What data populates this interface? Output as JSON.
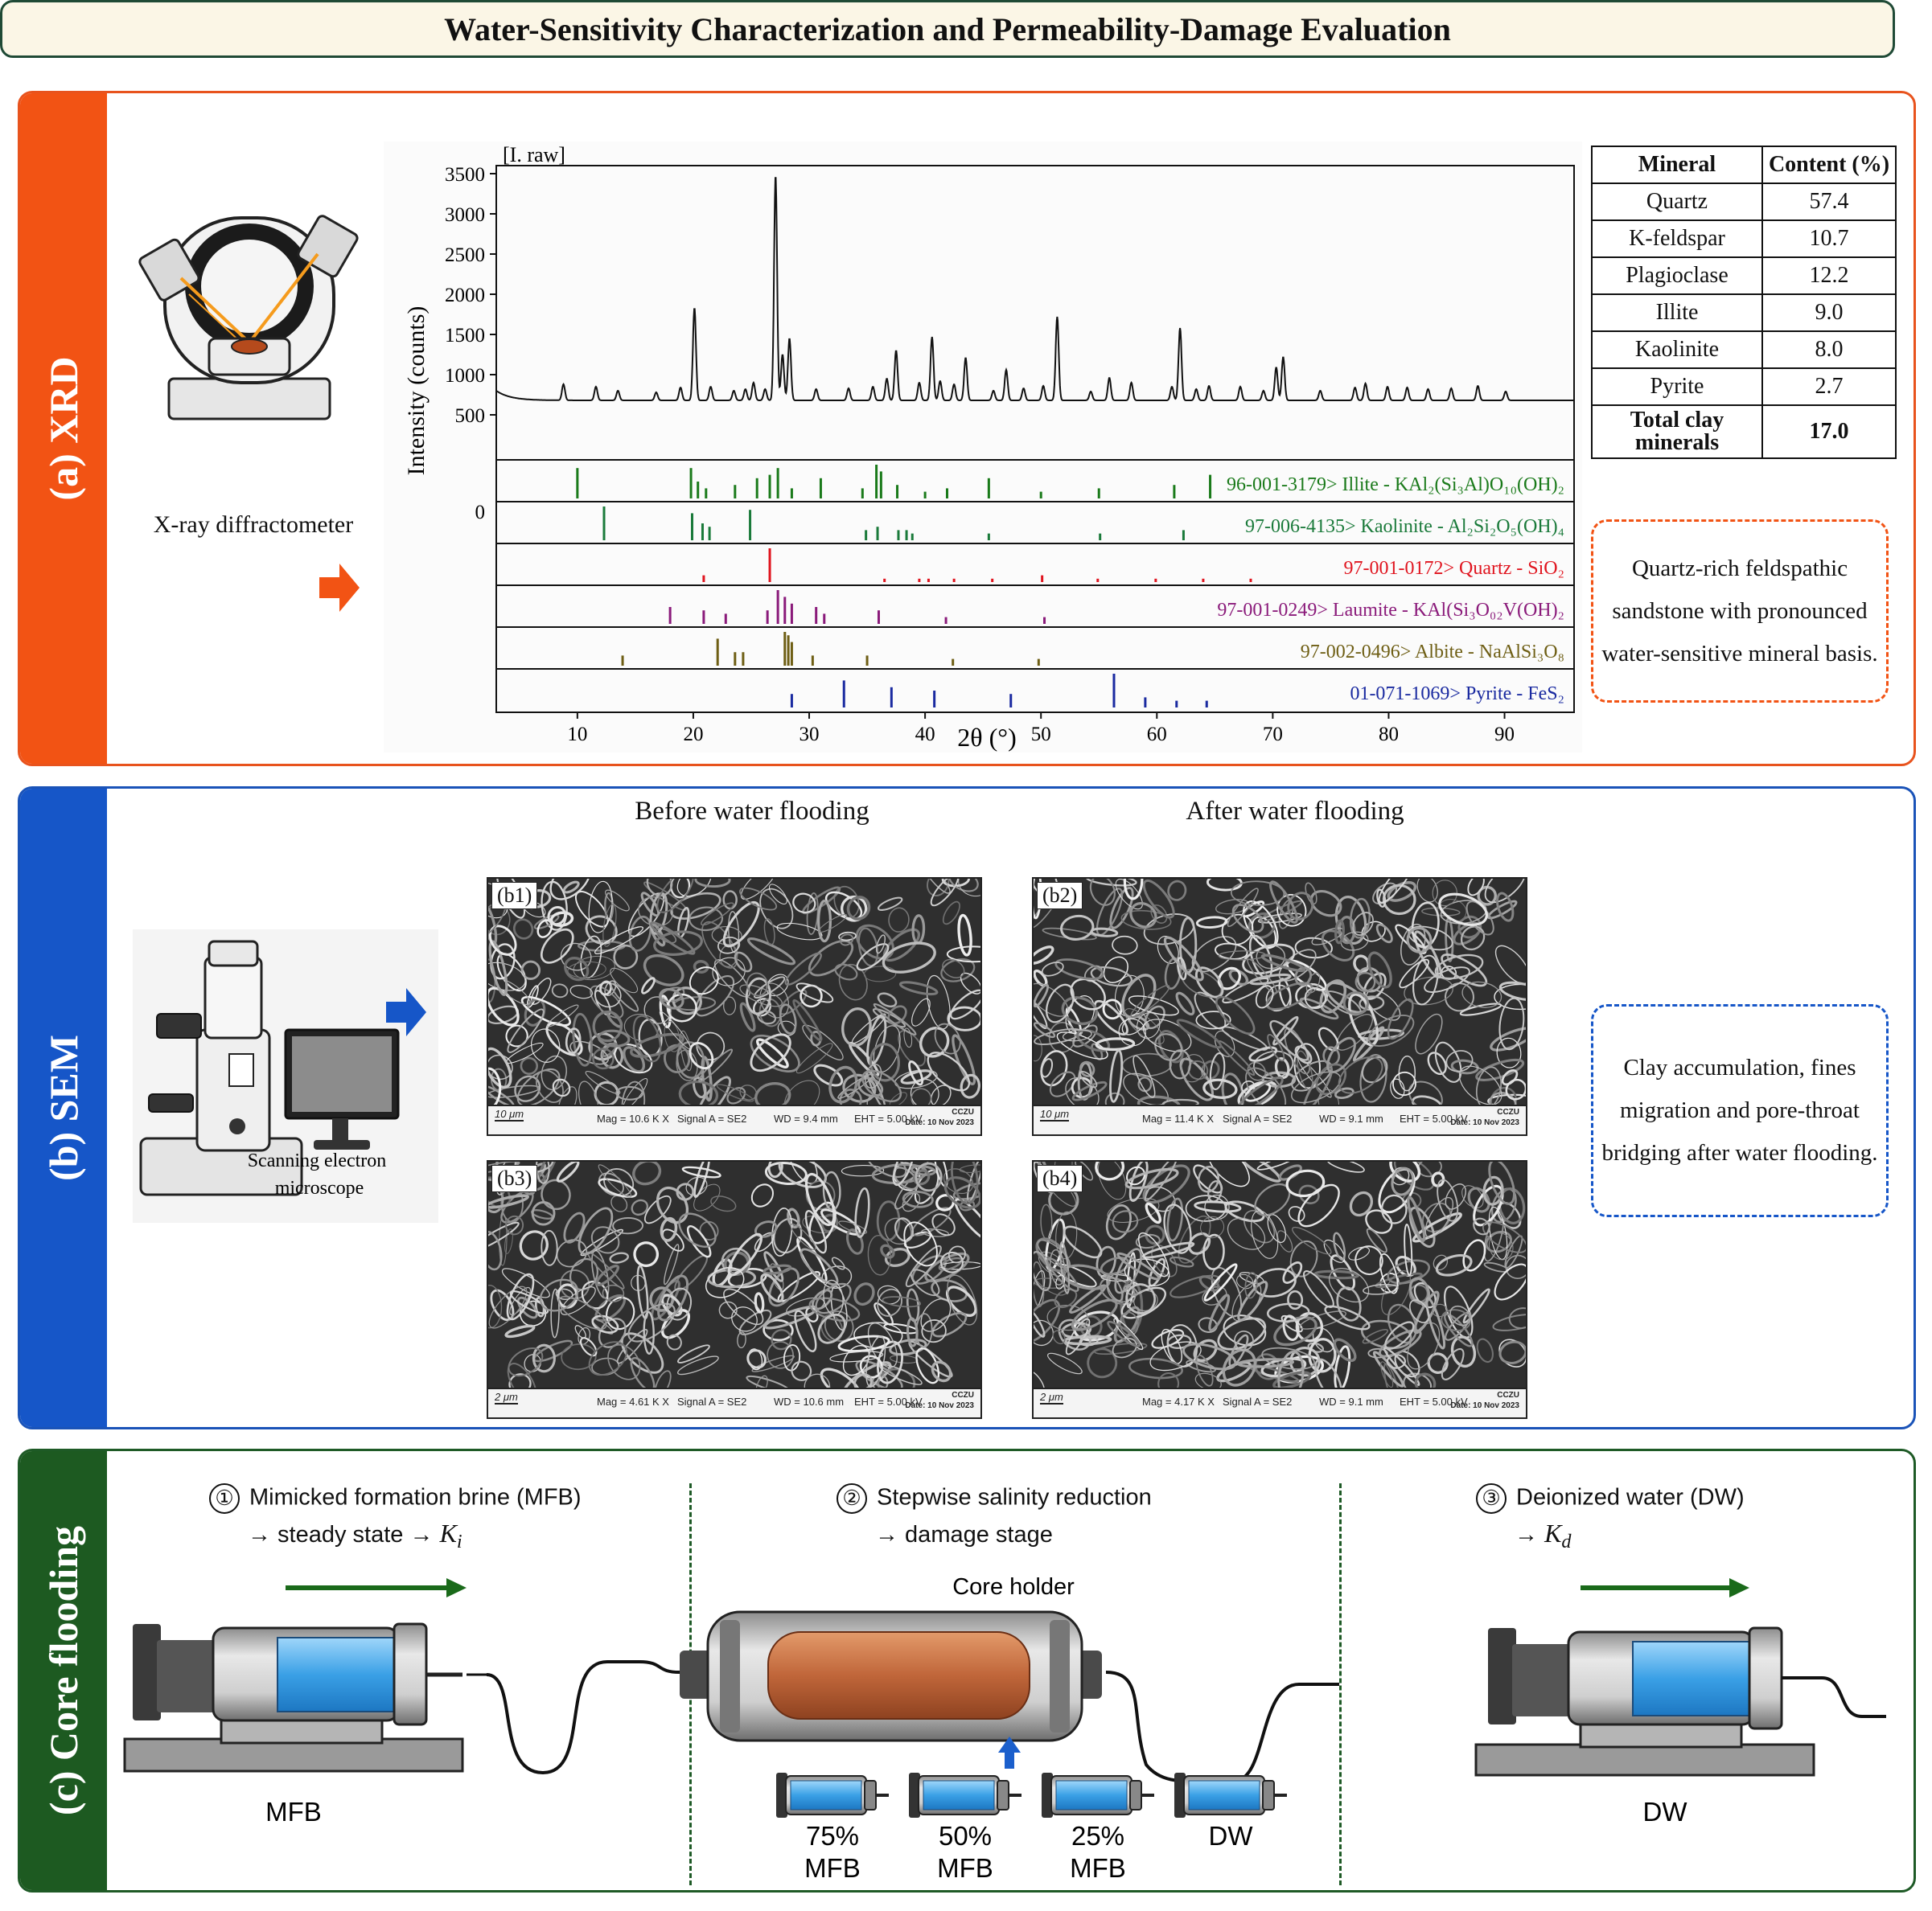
{
  "title": "Water-Sensitivity Characterization and Permeability-Damage Evaluation",
  "panel_a": {
    "label": "(a) XRD",
    "instrument": "X-ray diffractometer",
    "note": "Quartz-rich feldspathic sandstone with pronounced water-sensitive mineral basis.",
    "table": {
      "headers": [
        "Mineral",
        "Content (%)"
      ],
      "rows": [
        {
          "mineral": "Quartz",
          "content": "57.4"
        },
        {
          "mineral": "K-feldspar",
          "content": "10.7"
        },
        {
          "mineral": "Plagioclase",
          "content": "12.2"
        },
        {
          "mineral": "Illite",
          "content": "9.0"
        },
        {
          "mineral": "Kaolinite",
          "content": "8.0"
        },
        {
          "mineral": "Pyrite",
          "content": "2.7"
        }
      ],
      "total_label": "Total clay minerals",
      "total_value": "17.0"
    }
  },
  "chart_data": {
    "type": "line",
    "title": "[I. raw]",
    "xlabel": "2θ (°)",
    "ylabel": "Intensity (counts)",
    "xlim": [
      3,
      96
    ],
    "ylim": [
      0,
      3600
    ],
    "xticks": [
      10,
      20,
      30,
      40,
      50,
      60,
      70,
      80,
      90
    ],
    "yticks": [
      500,
      1000,
      1500,
      2000,
      2500,
      3000,
      3500
    ],
    "series": [
      {
        "baseline": 680,
        "peaks": [
          [
            8.8,
            880
          ],
          [
            11.6,
            850
          ],
          [
            13.5,
            800
          ],
          [
            16.8,
            780
          ],
          [
            18.9,
            840
          ],
          [
            20.1,
            1830
          ],
          [
            21.5,
            850
          ],
          [
            23.5,
            800
          ],
          [
            24.5,
            820
          ],
          [
            25.2,
            900
          ],
          [
            26.2,
            820
          ],
          [
            27.1,
            3480
          ],
          [
            27.7,
            1250
          ],
          [
            28.3,
            1450
          ],
          [
            30.6,
            820
          ],
          [
            33.4,
            830
          ],
          [
            35.5,
            850
          ],
          [
            36.7,
            950
          ],
          [
            37.5,
            1300
          ],
          [
            39.5,
            900
          ],
          [
            40.6,
            1470
          ],
          [
            41.3,
            920
          ],
          [
            42.5,
            880
          ],
          [
            43.5,
            1210
          ],
          [
            45.9,
            800
          ],
          [
            47.0,
            1060
          ],
          [
            48.5,
            830
          ],
          [
            50.2,
            860
          ],
          [
            51.4,
            1720
          ],
          [
            54.3,
            790
          ],
          [
            55.9,
            960
          ],
          [
            57.8,
            900
          ],
          [
            61.3,
            850
          ],
          [
            62.0,
            1580
          ],
          [
            63.4,
            820
          ],
          [
            64.5,
            860
          ],
          [
            67.2,
            850
          ],
          [
            69.2,
            800
          ],
          [
            70.3,
            1090
          ],
          [
            70.9,
            1220
          ],
          [
            74.1,
            800
          ],
          [
            77.1,
            840
          ],
          [
            78.0,
            890
          ],
          [
            79.9,
            850
          ],
          [
            81.6,
            840
          ],
          [
            83.4,
            820
          ],
          [
            85.4,
            830
          ],
          [
            87.7,
            860
          ],
          [
            90.1,
            790
          ]
        ]
      }
    ],
    "references": [
      {
        "name": "96-001-3179> Illite - KAl₂(Si₃Al)O₁₀(OH)₂",
        "color": "#1a7a1a",
        "sticks": [
          [
            10.0,
            0.9
          ],
          [
            19.8,
            0.9
          ],
          [
            20.4,
            0.5
          ],
          [
            21.1,
            0.3
          ],
          [
            23.6,
            0.4
          ],
          [
            25.5,
            0.6
          ],
          [
            26.6,
            0.7
          ],
          [
            27.3,
            0.9
          ],
          [
            28.5,
            0.3
          ],
          [
            31.0,
            0.6
          ],
          [
            34.6,
            0.3
          ],
          [
            35.8,
            1.0
          ],
          [
            36.2,
            0.8
          ],
          [
            37.6,
            0.4
          ],
          [
            40.0,
            0.2
          ],
          [
            41.9,
            0.3
          ],
          [
            45.5,
            0.6
          ],
          [
            50.0,
            0.2
          ],
          [
            55.0,
            0.3
          ],
          [
            61.5,
            0.4
          ],
          [
            64.6,
            0.7
          ]
        ]
      },
      {
        "name": "97-006-4135> Kaolinite - Al₂Si₂O₅(OH)₄",
        "color": "#1a7a3a",
        "sticks": [
          [
            12.3,
            1.0
          ],
          [
            19.9,
            0.8
          ],
          [
            20.8,
            0.5
          ],
          [
            21.4,
            0.4
          ],
          [
            24.9,
            0.9
          ],
          [
            34.9,
            0.3
          ],
          [
            35.9,
            0.4
          ],
          [
            37.7,
            0.3
          ],
          [
            38.4,
            0.3
          ],
          [
            38.9,
            0.2
          ],
          [
            45.5,
            0.2
          ],
          [
            55.1,
            0.2
          ],
          [
            62.3,
            0.3
          ]
        ]
      },
      {
        "name": "97-001-0172> Quartz - SiO₂",
        "color": "#e0141e",
        "sticks": [
          [
            20.9,
            0.2
          ],
          [
            26.6,
            1.0
          ],
          [
            36.5,
            0.1
          ],
          [
            39.5,
            0.1
          ],
          [
            40.3,
            0.1
          ],
          [
            42.5,
            0.1
          ],
          [
            45.8,
            0.1
          ],
          [
            50.1,
            0.2
          ],
          [
            54.9,
            0.1
          ],
          [
            59.9,
            0.1
          ],
          [
            64.0,
            0.1
          ],
          [
            68.1,
            0.1
          ]
        ]
      },
      {
        "name": "97-001-0249> Laumite - KAl(Si₃O₀₂V(OH)₂",
        "color": "#8a1a7a",
        "sticks": [
          [
            18.0,
            0.5
          ],
          [
            20.9,
            0.4
          ],
          [
            22.8,
            0.3
          ],
          [
            26.4,
            0.4
          ],
          [
            27.3,
            1.0
          ],
          [
            27.9,
            0.8
          ],
          [
            28.5,
            0.6
          ],
          [
            30.6,
            0.5
          ],
          [
            31.3,
            0.3
          ],
          [
            36.0,
            0.4
          ],
          [
            41.8,
            0.2
          ],
          [
            50.3,
            0.2
          ]
        ]
      },
      {
        "name": "97-002-0496> Albite - NaAlSi₃O₈",
        "color": "#6e5e14",
        "sticks": [
          [
            13.9,
            0.3
          ],
          [
            22.1,
            0.8
          ],
          [
            23.6,
            0.4
          ],
          [
            24.3,
            0.4
          ],
          [
            27.9,
            1.0
          ],
          [
            28.2,
            0.9
          ],
          [
            28.5,
            0.7
          ],
          [
            30.3,
            0.3
          ],
          [
            35.0,
            0.3
          ],
          [
            42.4,
            0.2
          ],
          [
            49.8,
            0.2
          ]
        ]
      },
      {
        "name": "01-071-1069> Pyrite - FeS₂",
        "color": "#1a2aa0",
        "sticks": [
          [
            28.5,
            0.4
          ],
          [
            33.0,
            0.8
          ],
          [
            37.1,
            0.6
          ],
          [
            40.8,
            0.5
          ],
          [
            47.4,
            0.4
          ],
          [
            56.3,
            1.0
          ],
          [
            59.0,
            0.3
          ],
          [
            61.7,
            0.2
          ],
          [
            64.3,
            0.2
          ]
        ]
      }
    ]
  },
  "panel_b": {
    "label": "(b) SEM",
    "instrument": "Scanning electron microscope",
    "col_before": "Before water flooding",
    "col_after": "After water flooding",
    "note": "Clay accumulation, fines migration and pore-throat bridging after water flooding.",
    "images": [
      {
        "tag": "(b1)",
        "scale": "10 μm",
        "mag": "Mag = 10.6 K X",
        "signal": "Signal A = SE2",
        "wd": "WD = 9.4 mm",
        "eht": "EHT = 5.00 kV",
        "org": "CCZU",
        "date": "Date: 10 Nov 2023"
      },
      {
        "tag": "(b2)",
        "scale": "10 μm",
        "mag": "Mag = 11.4 K X",
        "signal": "Signal A = SE2",
        "wd": "WD = 9.1 mm",
        "eht": "EHT = 5.00 kV",
        "org": "CCZU",
        "date": "Date: 10 Nov 2023"
      },
      {
        "tag": "(b3)",
        "scale": "2 μm",
        "mag": "Mag = 4.61 K X",
        "signal": "Signal A = SE2",
        "wd": "WD = 10.6 mm",
        "eht": "EHT = 5.00 kV",
        "org": "CCZU",
        "date": "Date: 10 Nov 2023"
      },
      {
        "tag": "(b4)",
        "scale": "2 μm",
        "mag": "Mag = 4.17 K X",
        "signal": "Signal A = SE2",
        "wd": "WD = 9.1 mm",
        "eht": "EHT = 5.00 kV",
        "org": "CCZU",
        "date": "Date: 10 Nov 2023"
      }
    ]
  },
  "panel_c": {
    "label": "(c) Core flooding",
    "step1": {
      "num": "①",
      "line1": "Mimicked formation brine (MFB)",
      "line2a": "→ steady state →",
      "sym": "K",
      "sub": "i"
    },
    "step2": {
      "num": "②",
      "line1": "Stepwise salinity reduction",
      "line2": "→ damage stage"
    },
    "step3": {
      "num": "③",
      "line1": "Deionized water (DW)",
      "line2a": "→",
      "sym": "K",
      "sub": "d"
    },
    "core_holder": "Core holder",
    "left_pump": "MFB",
    "right_pump": "DW",
    "syringes": [
      {
        "l1": "75%",
        "l2": "MFB"
      },
      {
        "l1": "50%",
        "l2": "MFB"
      },
      {
        "l1": "25%",
        "l2": "MFB"
      },
      {
        "l1": "DW",
        "l2": ""
      }
    ]
  },
  "colors": {
    "xrd": "#f25314",
    "sem": "#1656c8",
    "core": "#1d5a21",
    "arrow_green": "#1a6a1a",
    "water": "#3aa0e6"
  }
}
